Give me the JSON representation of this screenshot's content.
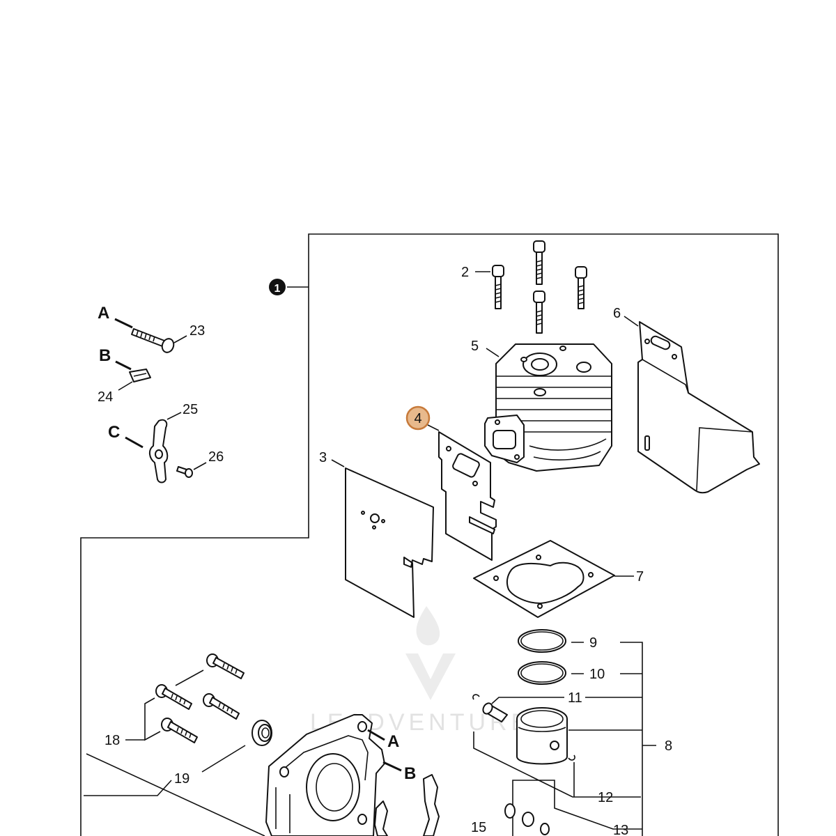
{
  "callouts": {
    "c1": "1",
    "c2": "2",
    "c3": "3",
    "c4": "4",
    "c5": "5",
    "c6": "6",
    "c7": "7",
    "c8": "8",
    "c9": "9",
    "c10": "10",
    "c11": "11",
    "c12": "12",
    "c13": "13",
    "c15": "15",
    "c18": "18",
    "c19": "19",
    "c23": "23",
    "c24": "24",
    "c25": "25",
    "c26": "26"
  },
  "letters": {
    "a_top": "A",
    "b_top": "B",
    "c_top": "C",
    "a_bottom": "A",
    "b_bottom": "B"
  },
  "watermark": "LEADVENTURE",
  "colors": {
    "highlight_fill": "#E8B98C",
    "highlight_stroke": "#C77A3A",
    "line": "#111111"
  }
}
